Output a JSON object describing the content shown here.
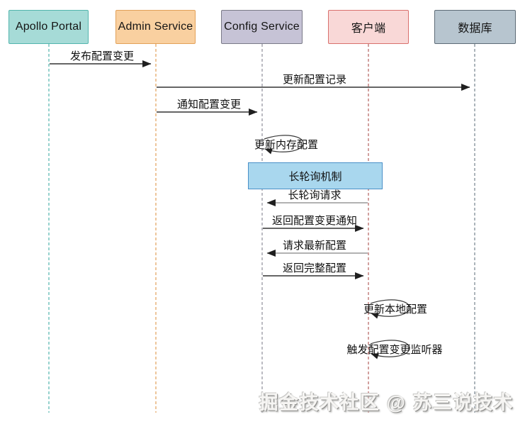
{
  "diagram": {
    "type": "sequence-diagram",
    "actors": [
      {
        "id": "apollo-portal",
        "label": "Apollo Portal",
        "fill": "#a6dbd7",
        "border": "#52b5ad",
        "lifeline": "#52b5ad"
      },
      {
        "id": "admin-service",
        "label": "Admin Service",
        "fill": "#f9d0a0",
        "border": "#e2a159",
        "lifeline": "#e2a159"
      },
      {
        "id": "config-service",
        "label": "Config Service",
        "fill": "#c6c3d6",
        "border": "#7a7a88",
        "lifeline": "#8e8e9a"
      },
      {
        "id": "client",
        "label": "客户端",
        "fill": "#f9d8d7",
        "border": "#d9706d",
        "lifeline": "#b5625f"
      },
      {
        "id": "database",
        "label": "数据库",
        "fill": "#b7c5cf",
        "border": "#5d6b76",
        "lifeline": "#74828d"
      }
    ],
    "messages": [
      {
        "from": "apollo-portal",
        "to": "admin-service",
        "type": "arrow",
        "label": "发布配置变更"
      },
      {
        "from": "admin-service",
        "to": "database",
        "type": "arrow",
        "label": "更新配置记录"
      },
      {
        "from": "admin-service",
        "to": "config-service",
        "type": "arrow",
        "label": "通知配置变更"
      },
      {
        "from": "config-service",
        "to": "config-service",
        "type": "self",
        "label": "更新内存配置"
      },
      {
        "from": "client",
        "to": "config-service",
        "type": "arrow",
        "label": "长轮询请求"
      },
      {
        "from": "config-service",
        "to": "client",
        "type": "arrow",
        "label": "返回配置变更通知"
      },
      {
        "from": "client",
        "to": "config-service",
        "type": "arrow",
        "label": "请求最新配置"
      },
      {
        "from": "config-service",
        "to": "client",
        "type": "arrow",
        "label": "返回完整配置"
      },
      {
        "from": "client",
        "to": "client",
        "type": "self",
        "label": "更新本地配置"
      },
      {
        "from": "client",
        "to": "client",
        "type": "self",
        "label": "触发配置变更监听器"
      }
    ],
    "note": {
      "label": "长轮询机制",
      "over": [
        "config-service",
        "client"
      ],
      "fill": "#a9d7ee",
      "border": "#4a90c8"
    },
    "colors": {
      "arrow": "#333333",
      "arrow_muted": "#999999"
    },
    "watermark": "掘金技术社区 @ 苏三说技术"
  }
}
